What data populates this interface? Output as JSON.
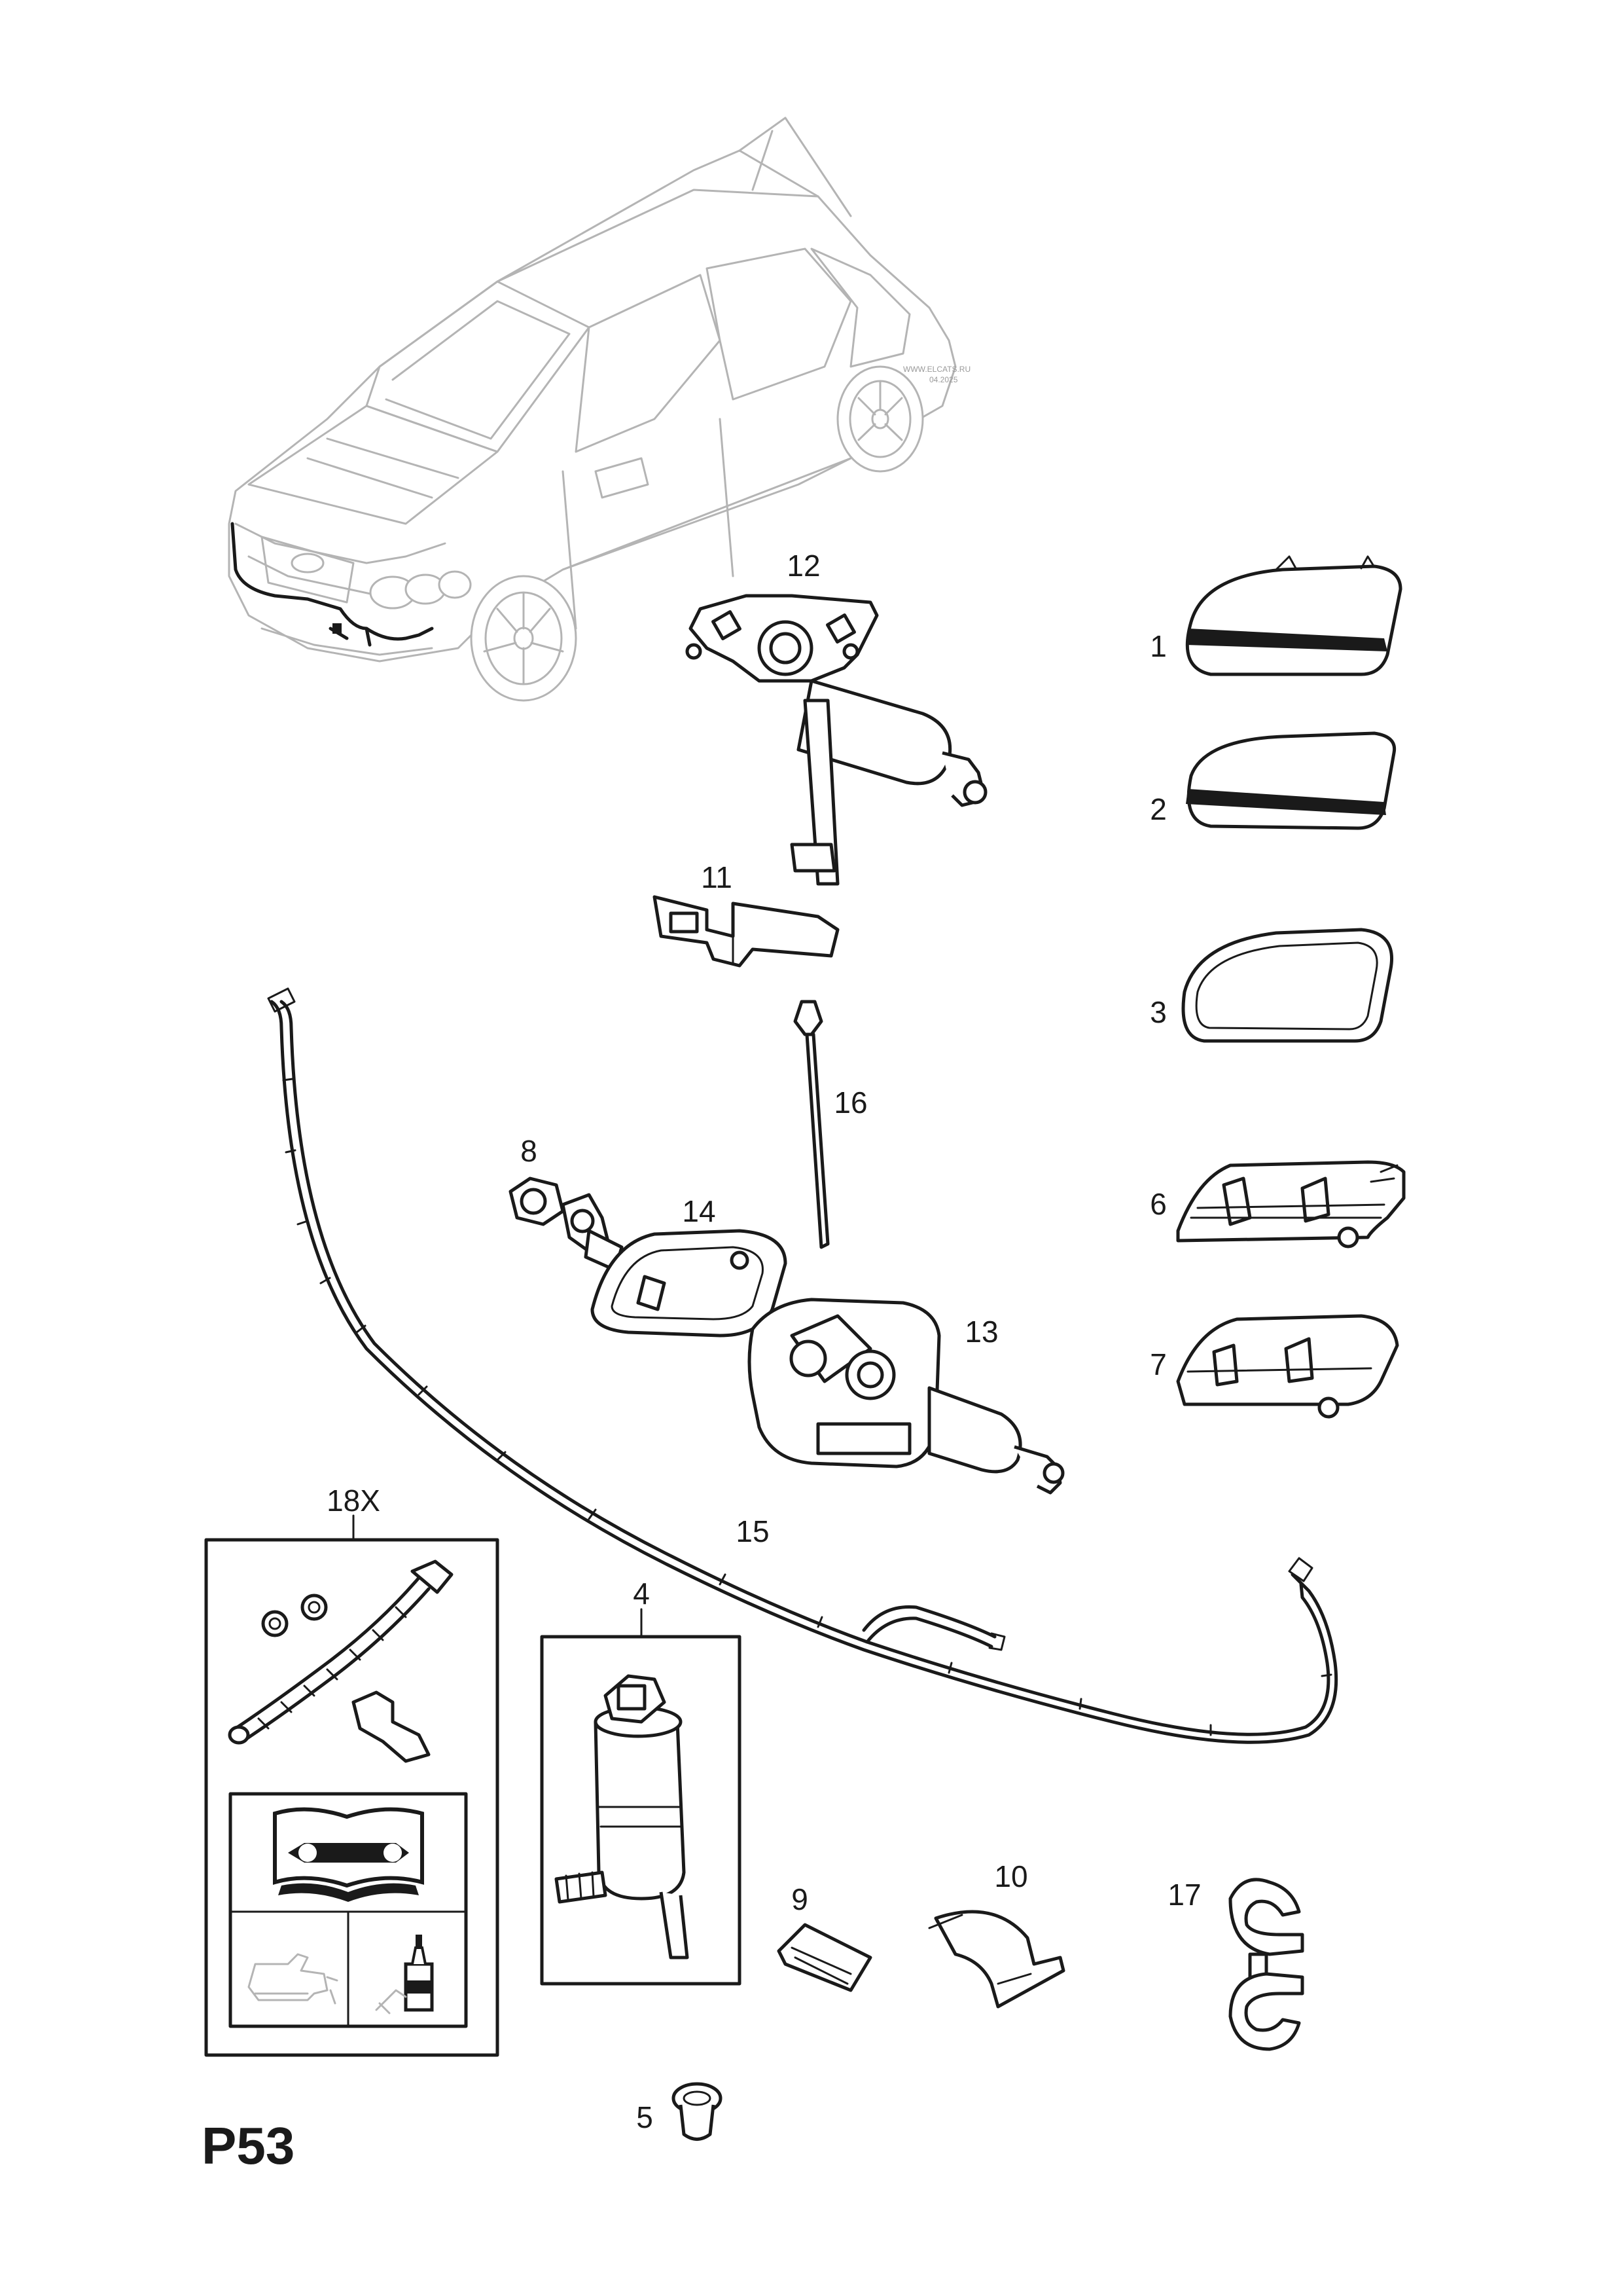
{
  "page": {
    "code": "P53",
    "watermark_line1": "WWW.ELCATS.RU",
    "watermark_line2": "04.2025"
  },
  "callouts": {
    "c1": "1",
    "c2": "2",
    "c3": "3",
    "c4": "4",
    "c5": "5",
    "c6": "6",
    "c7": "7",
    "c8": "8",
    "c9": "9",
    "c10": "10",
    "c11": "11",
    "c12": "12",
    "c13": "13",
    "c14": "14",
    "c15": "15",
    "c16": "16",
    "c17": "17",
    "c18": "18X"
  },
  "icons": {
    "manual": "workshop-manual-icon",
    "oil": "oil-can-icon",
    "bottle": "sealant-bottle-icon"
  }
}
